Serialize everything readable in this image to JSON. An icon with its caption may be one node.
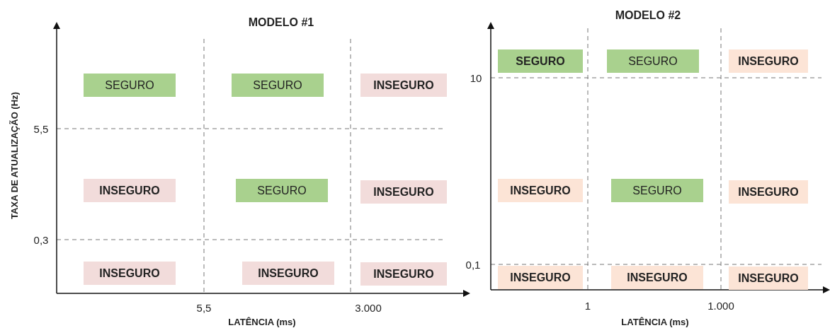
{
  "diagram": {
    "nodes": [
      {
        "text": [
          "SEGURO"
        ]
      },
      {
        "text": [
          "SEGURO"
        ]
      },
      {
        "text": [
          "INSEGURO"
        ]
      },
      {
        "text": [
          "INSEGURO"
        ]
      },
      {
        "text": [
          "SEGURO"
        ]
      },
      {
        "text": [
          "INSEGURO"
        ]
      },
      {
        "text": [
          "INSEGURO"
        ]
      },
      {
        "text": [
          "INSEGURO"
        ]
      },
      {
        "text": [
          "INSEGURO"
        ]
      },
      {
        "text": [
          "SEGURO"
        ]
      },
      {
        "text": [
          "SEGURO"
        ]
      },
      {
        "text": [
          "INSEGURO"
        ]
      },
      {
        "text": [
          "INSEGURO"
        ]
      },
      {
        "text": [
          "SEGURO"
        ]
      },
      {
        "text": [
          "INSEGURO"
        ]
      },
      {
        "text": [
          "INSEGURO"
        ]
      },
      {
        "text": [
          "INSEGURO"
        ]
      },
      {
        "text": [
          "INSEGURO"
        ]
      }
    ],
    "edges": [],
    "labels": [
      "MODELO #1",
      "TAXA DE ATUALIZAÇÃO (Hz)",
      "5,5",
      "0,3",
      "5,5",
      "3.000",
      "LATÊNCIA (ms)",
      "MODELO #2",
      "10",
      "0,1",
      "1",
      "1.000",
      "LATÊNCIA (ms)"
    ]
  }
}
